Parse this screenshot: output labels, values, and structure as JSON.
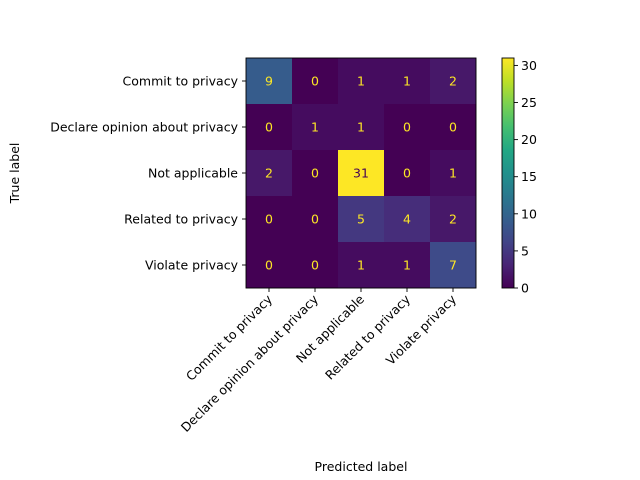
{
  "chart_data": {
    "type": "heatmap",
    "title": "",
    "xlabel": "Predicted label",
    "ylabel": "True label",
    "categories": [
      "Commit to privacy",
      "Declare opinion about privacy",
      "Not applicable",
      "Related to privacy",
      "Violate privacy"
    ],
    "matrix": [
      [
        9,
        0,
        1,
        1,
        2
      ],
      [
        0,
        1,
        1,
        0,
        0
      ],
      [
        2,
        0,
        31,
        0,
        1
      ],
      [
        0,
        0,
        5,
        4,
        2
      ],
      [
        0,
        0,
        1,
        1,
        7
      ]
    ],
    "colorbar": {
      "min": 0,
      "max": 31,
      "ticks": [
        0,
        5,
        10,
        15,
        20,
        25,
        30
      ]
    },
    "colormap": "viridis",
    "grid": false
  }
}
